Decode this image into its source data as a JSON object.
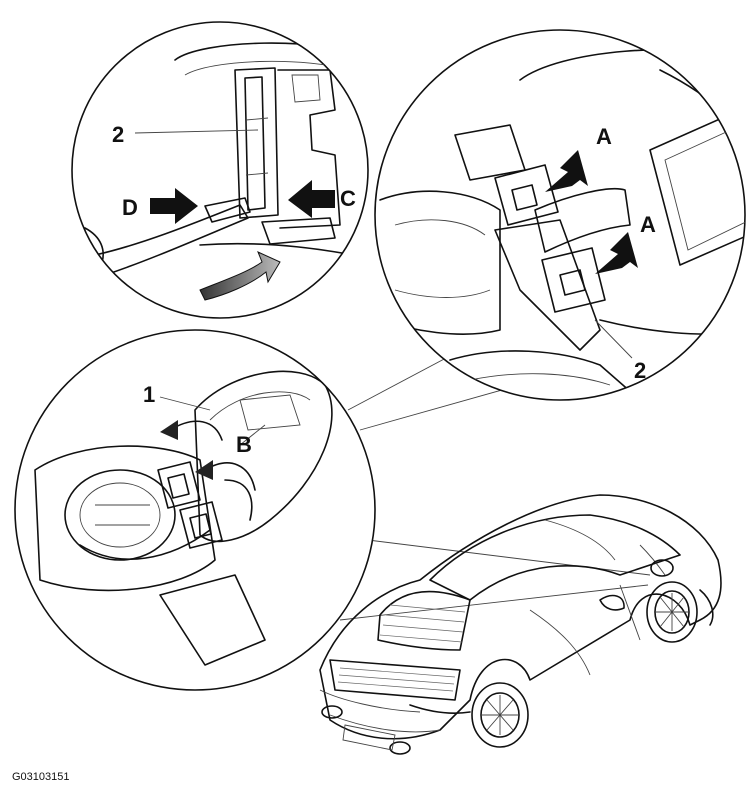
{
  "figure": {
    "reference": "G03103151"
  },
  "callouts": {
    "item_1": "1",
    "item_2_top": "2",
    "item_2_right": "2",
    "label_a_upper": "A",
    "label_a_lower": "A",
    "label_b": "B",
    "label_c": "C",
    "label_d": "D"
  }
}
